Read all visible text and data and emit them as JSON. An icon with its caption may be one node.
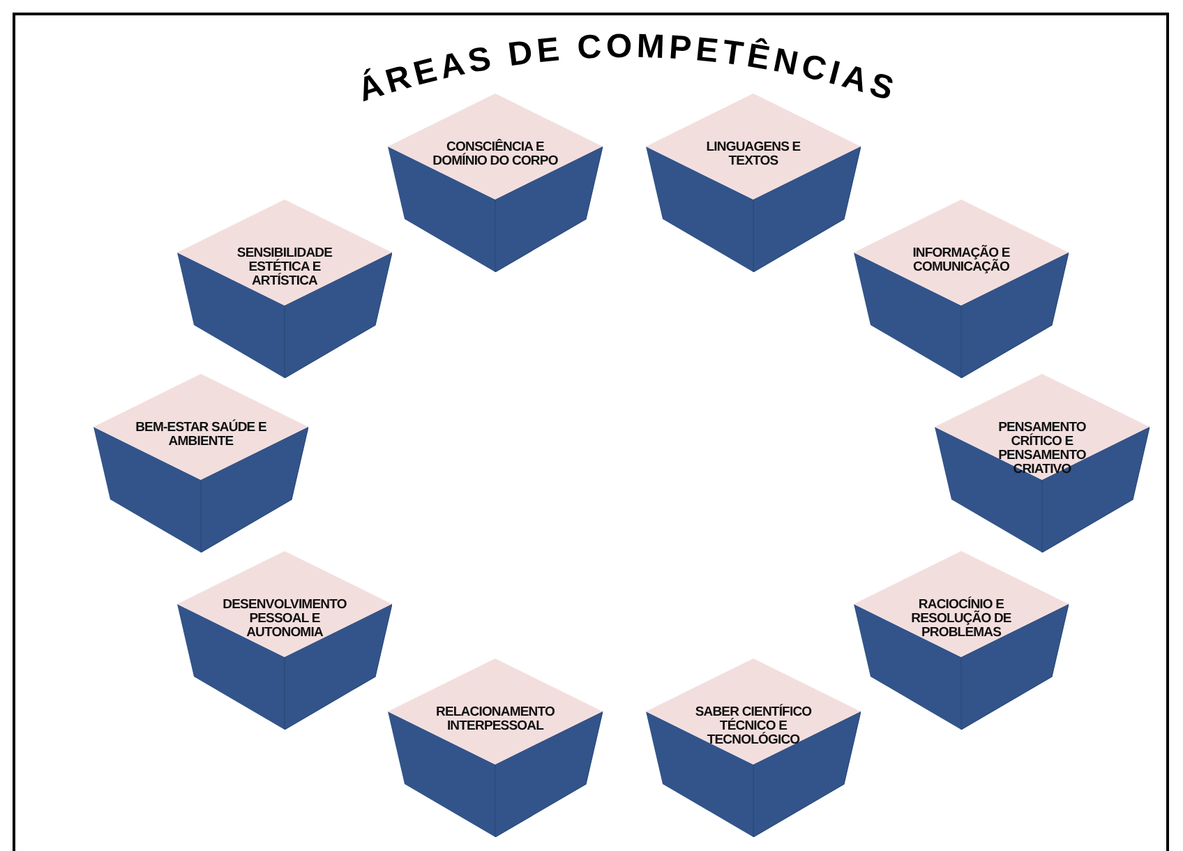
{
  "diagram": {
    "title": "ÁREAS DE COMPETÊNCIAS",
    "nodes": [
      {
        "text": [
          "CONSCIÊNCIA E DOMÍNIO DO CORPO"
        ]
      },
      {
        "text": [
          "LINGUAGENS E TEXTOS"
        ]
      },
      {
        "text": [
          "INFORMAÇÃO E COMUNICAÇÃO"
        ]
      },
      {
        "text": [
          "PENSAMENTO CRÍTICO E PENSAMENTO CRIATIVO"
        ]
      },
      {
        "text": [
          "RACIOCÍNIO E RESOLUÇÃO DE PROBLEMAS"
        ]
      },
      {
        "text": [
          "SABER CIENTÍFICO TÉCNICO E TECNOLÓGICO"
        ]
      },
      {
        "text": [
          "RELACIONAMENTO INTERPESSOAL"
        ]
      },
      {
        "text": [
          "DESENVOLVIMENTO PESSOAL E AUTONOMIA"
        ]
      },
      {
        "text": [
          "BEM-ESTAR SAÚDE E AMBIENTE"
        ]
      },
      {
        "text": [
          "SENSIBILIDADE ESTÉTICA E ARTÍSTICA"
        ]
      }
    ],
    "edges": []
  }
}
